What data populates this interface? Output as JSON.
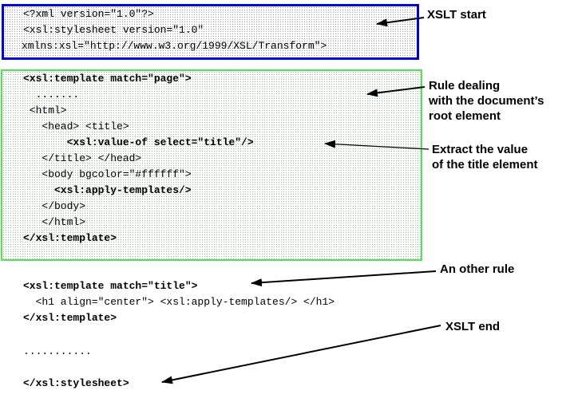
{
  "header_block": [
    "<?xml version=\"1.0\"?>",
    "<xsl:stylesheet version=\"1.0\"",
    "xmlns:xsl=\"http://www.w3.org/1999/XSL/Transform\">"
  ],
  "root_rule_block": [
    "<xsl:template match=\"page\">",
    "  .......",
    " <html>",
    "   <head> <title>",
    "       <xsl:value-of select=\"title\"/>",
    "   </title> </head>",
    "   <body bgcolor=\"#ffffff\">",
    "     <xsl:apply-templates/>",
    "   </body>",
    "   </html>",
    "</xsl:template>"
  ],
  "title_rule_block": [
    "<xsl:template match=\"title\">",
    "  <h1 align=\"center\"> <xsl:apply-templates/> </h1>",
    "</xsl:template>"
  ],
  "ellipsis_line": "...........",
  "closing_line": "</xsl:stylesheet>",
  "annotations": {
    "xslt_start": "XSLT start",
    "root_rule": [
      "Rule dealing",
      "with the document’s",
      "root element"
    ],
    "extract_value": [
      "Extract the value",
      "of the title element"
    ],
    "other_rule": "An other rule",
    "xslt_end": "XSLT end"
  },
  "colors": {
    "header_border": "#0000d0",
    "root_rule_border": "#55e055"
  }
}
